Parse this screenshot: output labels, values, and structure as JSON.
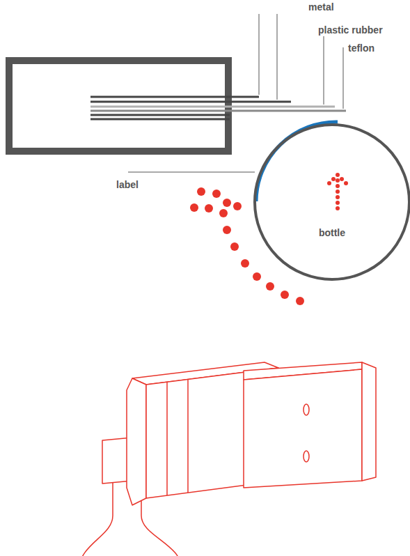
{
  "diagram": {
    "nodes": [
      {
        "text": [
          "bottle"
        ]
      }
    ],
    "labels": [
      "metal",
      "plastic rubber",
      "teflon",
      "label"
    ]
  }
}
